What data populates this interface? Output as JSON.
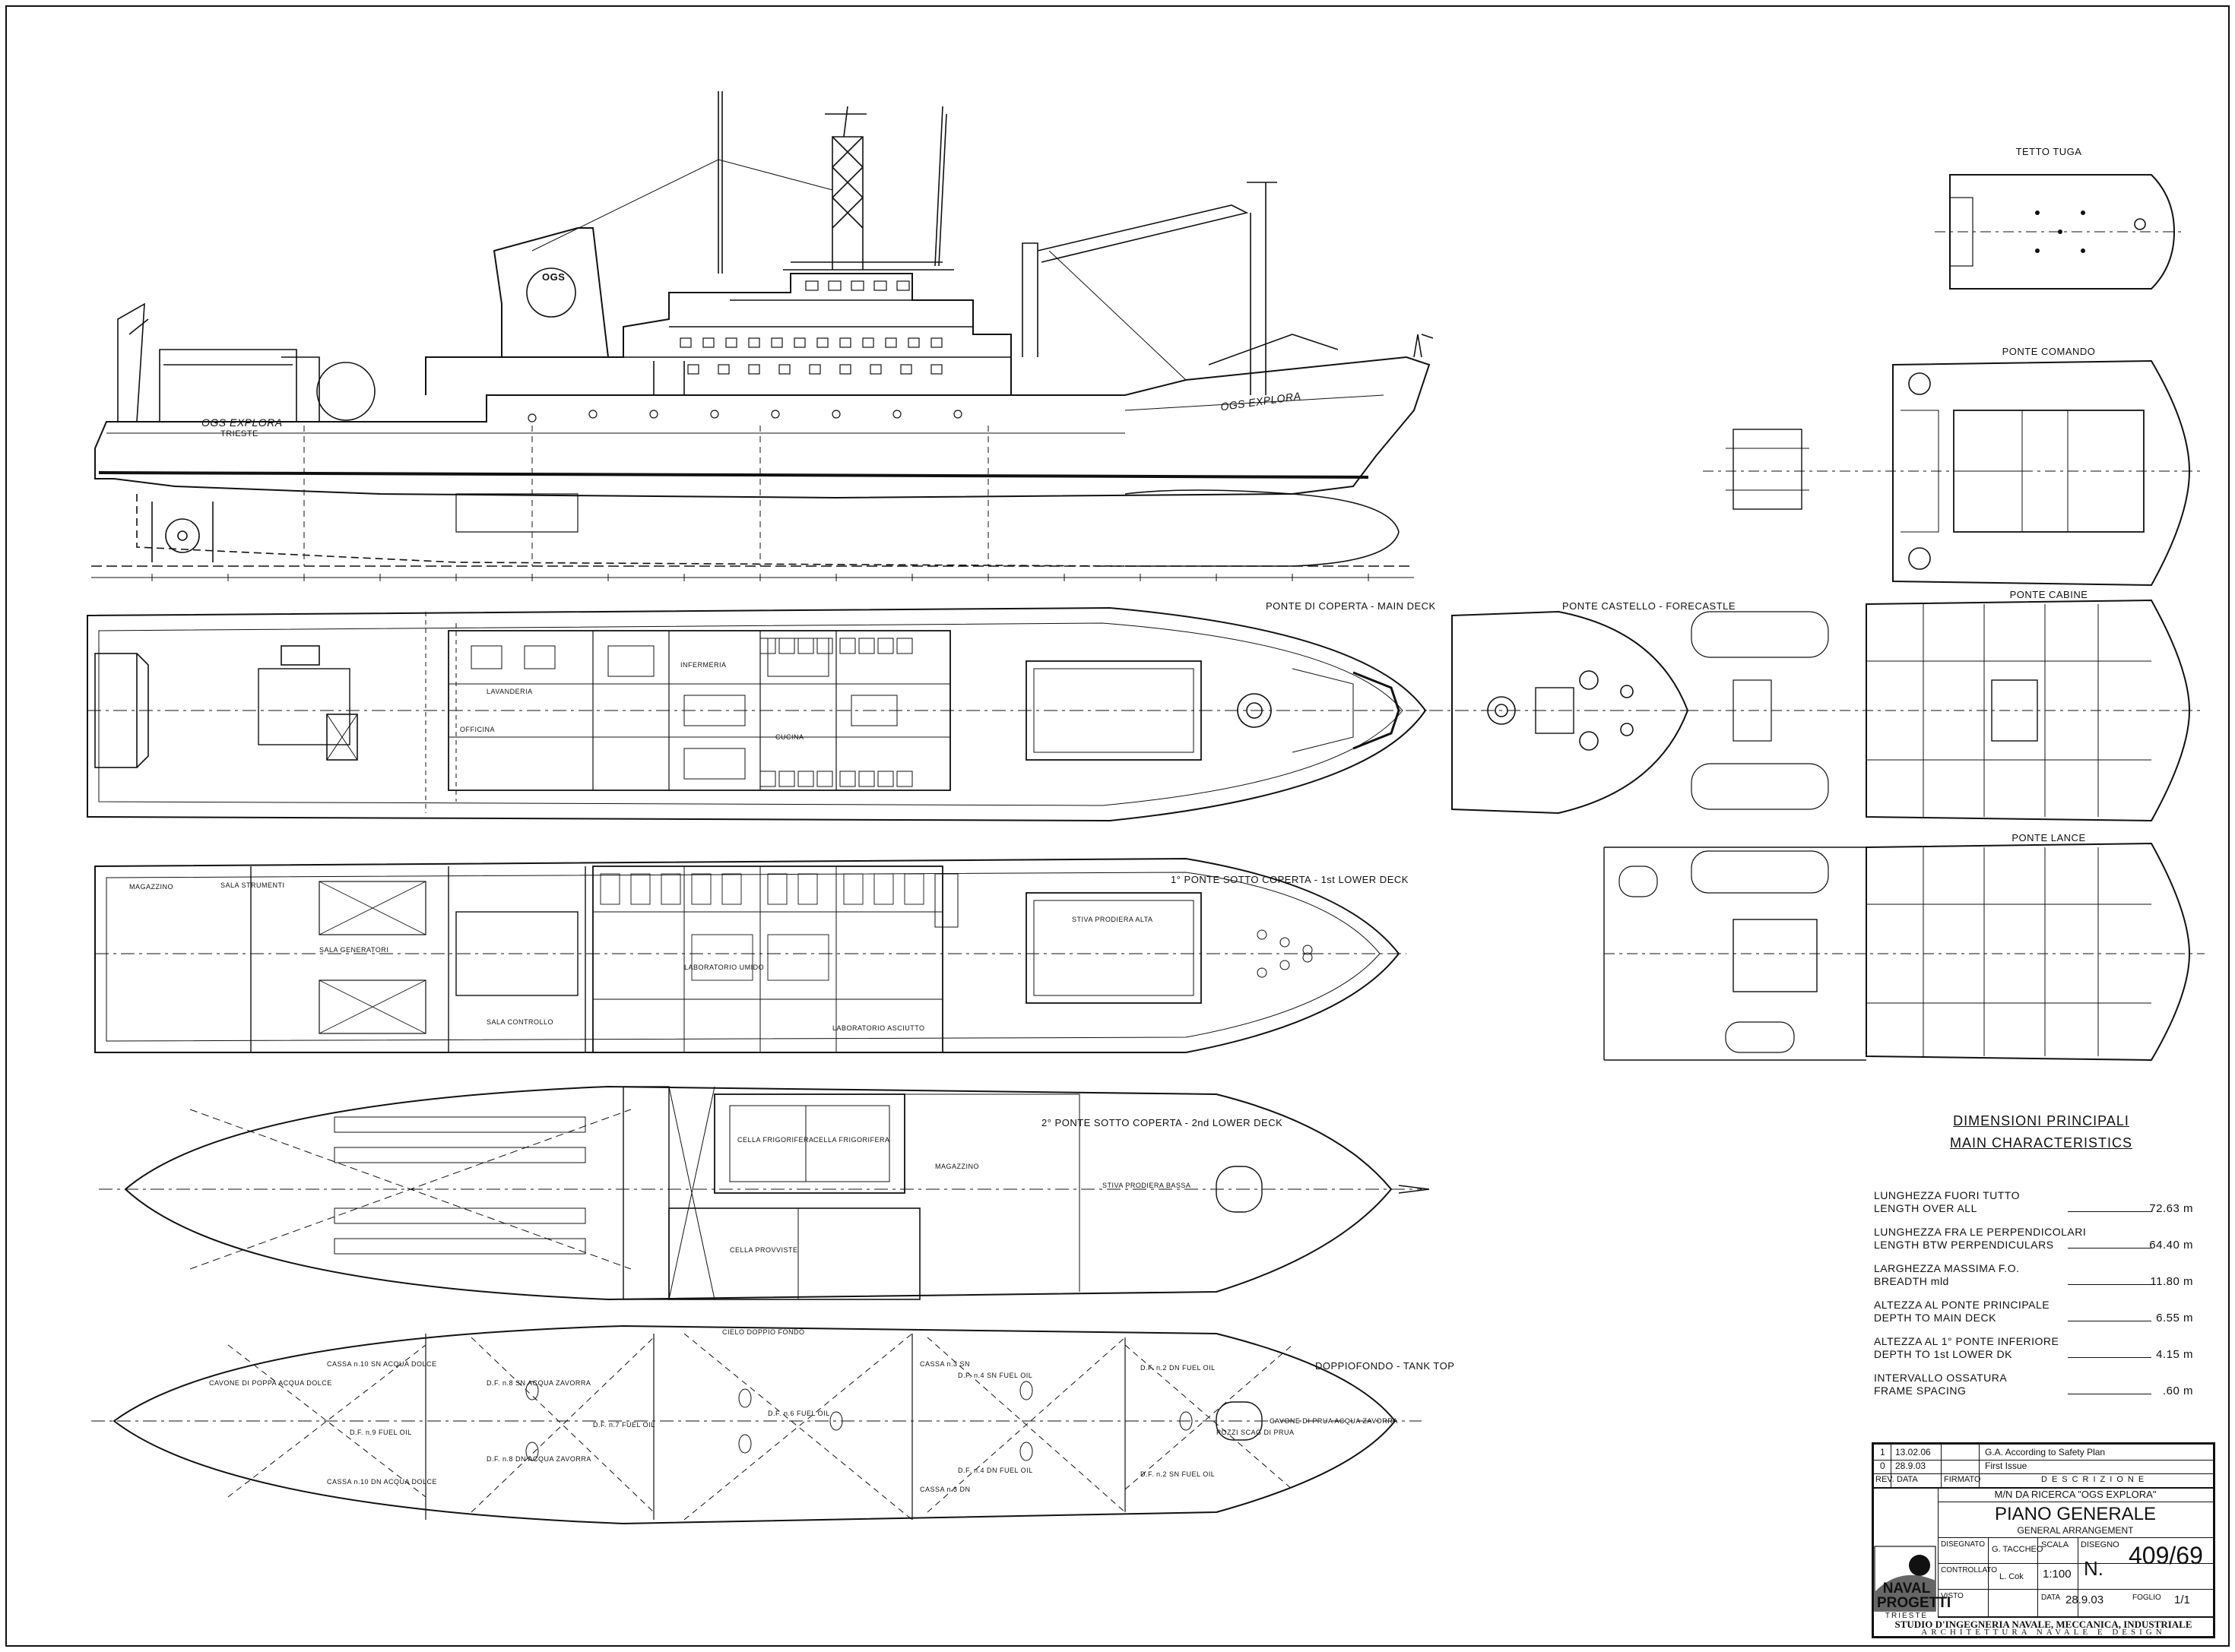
{
  "views": {
    "tetto_tuga": "TETTO TUGA",
    "ponte_comando": "PONTE COMANDO",
    "ponte_cabine": "PONTE CABINE",
    "ponte_lance": "PONTE LANCE",
    "main_deck": "PONTE DI COPERTA - MAIN DECK",
    "forecastle": "PONTE CASTELLO - FORECASTLE",
    "lower_deck_1": "1° PONTE SOTTO COPERTA - 1st LOWER DECK",
    "lower_deck_2": "2° PONTE SOTTO COPERTA - 2nd LOWER DECK",
    "tank_top": "DOPPIOFONDO - TANK TOP"
  },
  "hull_text": {
    "ship_name": "OGS EXPLORA",
    "port": "TRIESTE",
    "funnel_logo": "OGS"
  },
  "compartments": {
    "main_deck": [
      "OFFICINA",
      "INFERMERIA",
      "CUCINA",
      "LAVANDERIA"
    ],
    "lower_deck_1": [
      "MAGAZZINO",
      "SALA STRUMENTI",
      "SALA GENERATORI",
      "SALA CONTROLLO",
      "LABORATORIO UMIDO",
      "LABORATORIO ASCIUTTO",
      "STIVA PRODIERA ALTA"
    ],
    "lower_deck_2": [
      "CELLA FRIGORIFERA",
      "CELLA FRIGORIFERA",
      "MAGAZZINO",
      "STIVA PRODIERA BASSA",
      "CELLA PROVVISTE"
    ],
    "tank_top": [
      "CASSA n.10 DN ACQUA DOLCE",
      "CASSA n.10 SN ACQUA DOLCE",
      "CAVONE DI POPPA ACQUA DOLCE",
      "D.F. n.9 FUEL OIL",
      "D.F. n.8 SN ACQUA ZAVORRA",
      "D.F. n.8 DN ACQUA ZAVORRA",
      "D.F. n.7 FUEL OIL",
      "D.F. n.6 FUEL OIL",
      "D.F. n.4 SN FUEL OIL",
      "D.F. n.4 DN FUEL OIL",
      "CASSA n.3 SN",
      "CASSA n.3 DN",
      "D.F. n.2 DN FUEL OIL",
      "D.F. n.2 SN FUEL OIL",
      "CAVONE DI PRUA ACQUA ZAVORRA",
      "POZZI SCAG DI PRUA",
      "CIELO DOPPIO FONDO"
    ]
  },
  "main_characteristics": {
    "title_it": "DIMENSIONI PRINCIPALI",
    "title_en": "MAIN CHARACTERISTICS",
    "rows": [
      {
        "it": "LUNGHEZZA FUORI TUTTO",
        "en": "LENGTH OVER ALL",
        "value": "72.63 m"
      },
      {
        "it": "LUNGHEZZA FRA LE PERPENDICOLARI",
        "en": "LENGTH BTW PERPENDICULARS",
        "value": "64.40 m"
      },
      {
        "it": "LARGHEZZA MASSIMA F.O.",
        "en": "BREADTH mld",
        "value": "11.80 m"
      },
      {
        "it": "ALTEZZA AL PONTE PRINCIPALE",
        "en": "DEPTH TO MAIN DECK",
        "value": "6.55 m"
      },
      {
        "it": "ALTEZZA AL 1° PONTE INFERIORE",
        "en": "DEPTH TO 1st LOWER DK",
        "value": "4.15 m"
      },
      {
        "it": "INTERVALLO OSSATURA",
        "en": "FRAME SPACING",
        "value": ".60 m"
      }
    ]
  },
  "title_block": {
    "revisions": [
      {
        "rev": "1",
        "date": "13.02.06",
        "desc": "G.A. According to Safety Plan"
      },
      {
        "rev": "0",
        "date": "28.9.03",
        "desc": "First Issue"
      }
    ],
    "rev_header": [
      "REV.",
      "DATA",
      "FIRMATO",
      "DESCRIZIONE"
    ],
    "vessel": "M/N DA RICERCA \"OGS EXPLORA\"",
    "title": "PIANO GENERALE",
    "subtitle": "GENERAL ARRANGEMENT",
    "disegnato_label": "DISEGNATO",
    "disegnato_value": "G. TACCHEO",
    "controllato_label": "CONTROLLATO",
    "controllato_value": "L. Cok",
    "visto_label": "VISTO",
    "scala_label": "SCALA",
    "scala_value": "1:100",
    "disegno_label": "DISEGNO",
    "disegno_prefix": "N.",
    "drawing_number": "409/69",
    "data_label": "DATA",
    "data_value": "28.9.03",
    "foglio_label": "FOGLIO",
    "foglio_value": "1/1",
    "company_name": "NAVAL PROGETTI",
    "company_city": "TRIESTE",
    "studio_line1": "STUDIO D'INGEGNERIA NAVALE, MECCANICA, INDUSTRIALE",
    "studio_line2": "ARCHITETTURA NAVALE E DESIGN"
  }
}
